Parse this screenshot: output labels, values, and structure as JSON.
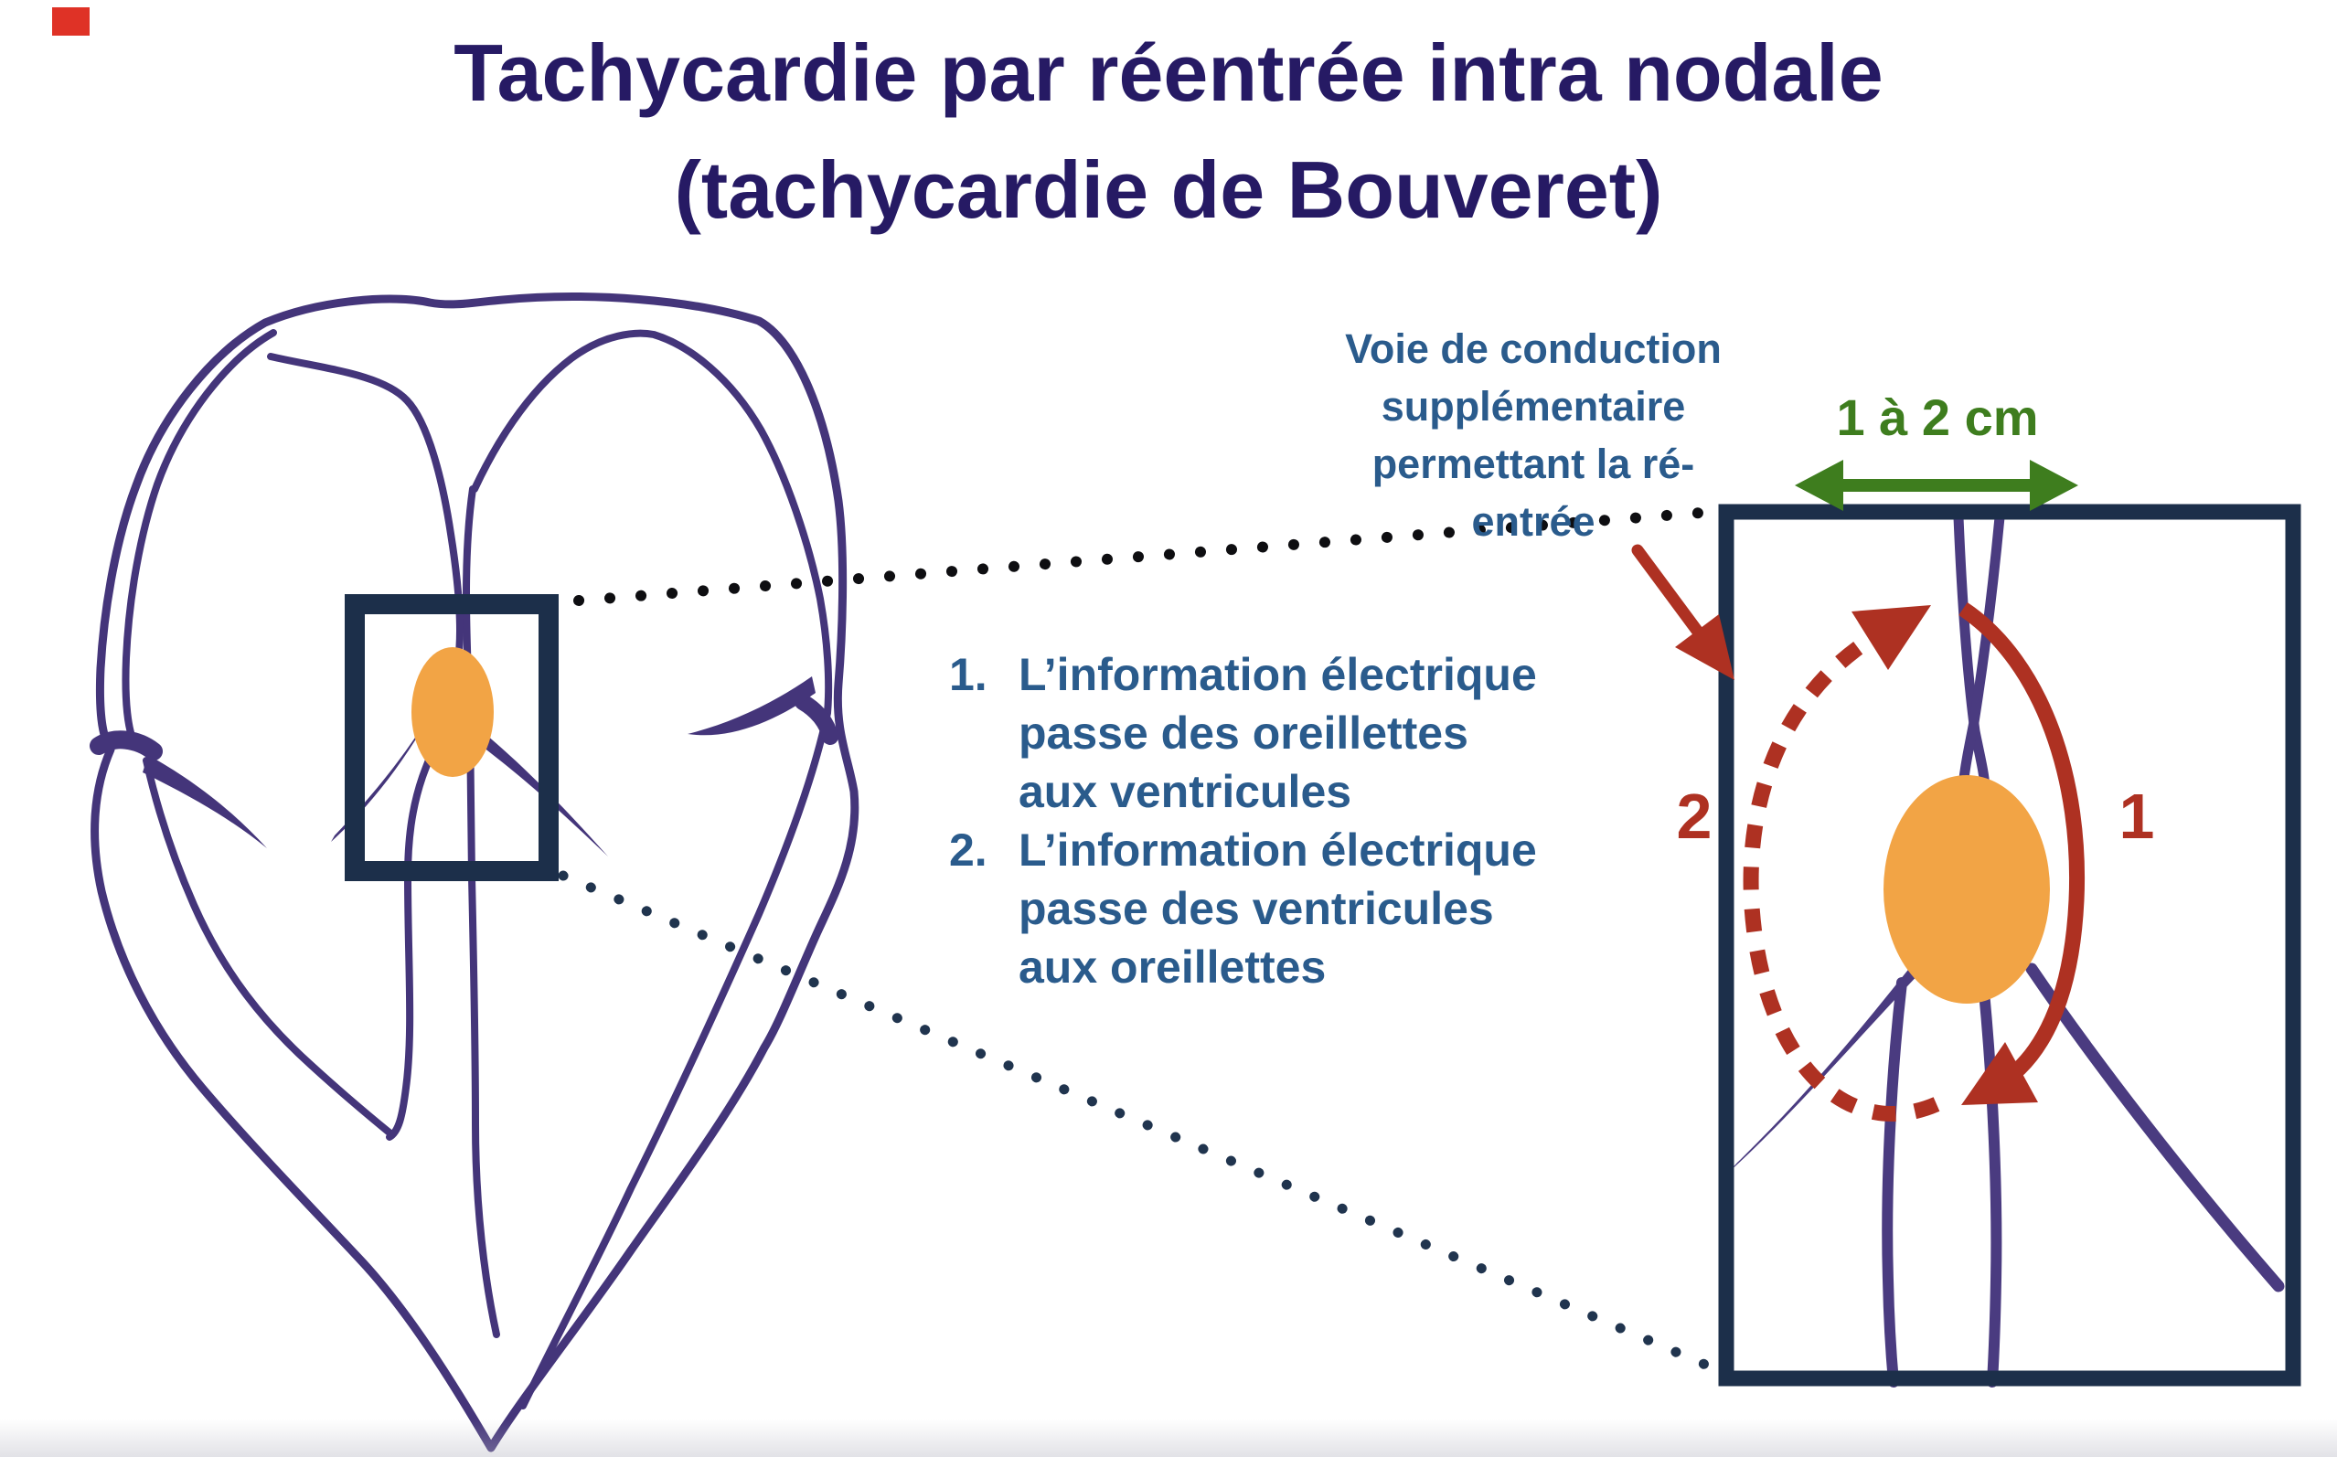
{
  "title": {
    "line1": "Tachycardie par réentrée intra nodale",
    "line2": "(tachycardie de Bouveret)"
  },
  "pathway_note": {
    "lines": [
      "Voie de conduction",
      "supplémentaire",
      "permettant la ré-",
      "entrée"
    ]
  },
  "measurement": {
    "label": "1 à 2 cm"
  },
  "steps": [
    {
      "number": "1.",
      "lines": [
        "L’information électrique",
        "passe des oreillettes",
        "aux ventricules"
      ]
    },
    {
      "number": "2.",
      "lines": [
        "L’information électrique",
        "passe des ventricules",
        "aux oreillettes"
      ]
    }
  ],
  "inset_labels": {
    "fast_pathway": "1",
    "slow_pathway": "2"
  },
  "colors": {
    "title_navy": "#261A64",
    "note_blue": "#2A5B8C",
    "measure_green": "#3E7D1E",
    "arrow_red": "#AE3122",
    "node_orange": "#F2A445",
    "ink_purple": "#44357A",
    "frame_navy": "#1C2F4A",
    "marker_red": "#DF3226"
  }
}
